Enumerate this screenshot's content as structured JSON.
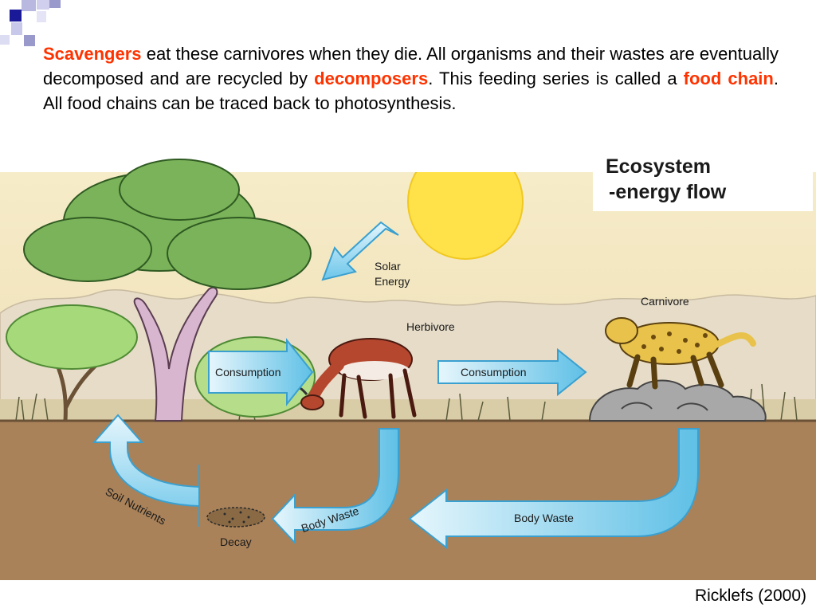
{
  "paragraph": {
    "s1": "Scavengers",
    "s2": " eat these carnivores when they die. All organisms and their wastes are eventually decomposed and are recycled by ",
    "s3": "decomposers",
    "s4": ". This feeding series is called a ",
    "s5": "food chain",
    "s6": ". All food chains can be traced back to photosynthesis."
  },
  "diagram": {
    "title_line1": "Ecosystem",
    "title_line2": "-energy flow",
    "solar_line1": "Solar",
    "solar_line2": "Energy",
    "herbivore": "Herbivore",
    "carnivore": "Carnivore",
    "consumption_1": "Consumption",
    "consumption_2": "Consumption",
    "body_waste_1": "Body Waste",
    "body_waste_2": "Body Waste",
    "soil_nutrients": "Soil Nutrients",
    "decay": "Decay"
  },
  "citation": "Ricklefs (2000)",
  "colors": {
    "highlight": "#ff3300",
    "corner_dark": "#1a1a99",
    "corner_light": "#9999cc",
    "arrow_fill": "#a8dcef",
    "arrow_stroke": "#3aa0d0",
    "sky": "#f2e6c0",
    "soil": "#a9825a",
    "sun": "#ffe14a"
  }
}
